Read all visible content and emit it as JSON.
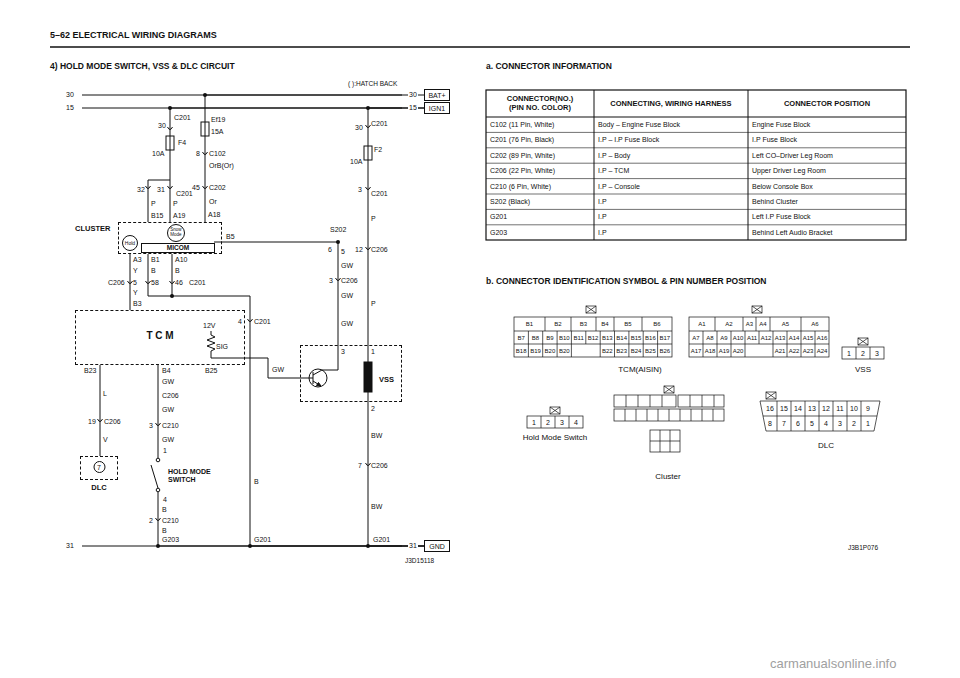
{
  "diagram": {
    "title": "4) HOLD MODE SWITCH, VSS & DLC CIRCUIT",
    "nodes": [
      {
        "text": [
          "BAT+"
        ]
      },
      {
        "text": [
          "IGN1"
        ]
      },
      {
        "text": [
          "CLUSTER"
        ]
      },
      {
        "text": [
          "Hold"
        ],
        "in": 2
      },
      {
        "text": [
          "Snow Mode"
        ],
        "in": 2
      },
      {
        "text": [
          "MICOM"
        ],
        "in": 2
      },
      {
        "text": [
          "T C M"
        ]
      },
      {
        "text": [
          "VSS"
        ]
      },
      {
        "text": [
          "7",
          "DLC"
        ]
      },
      {
        "text": [
          "HOLD MODE SWITCH"
        ]
      },
      {
        "text": [
          "GND"
        ]
      }
    ],
    "edges": [
      {
        "from": 2,
        "to": 6,
        "arrow": "none"
      },
      {
        "from": 6,
        "to": 8,
        "arrow": "none"
      },
      {
        "from": 6,
        "to": 9,
        "arrow": "none"
      },
      {
        "from": 9,
        "to": 10,
        "arrow": "none"
      },
      {
        "from": 6,
        "to": 7,
        "arrow": "none"
      },
      {
        "from": 2,
        "to": 7,
        "arrow": "none"
      },
      {
        "from": 1,
        "to": 7,
        "arrow": "none"
      },
      {
        "from": 7,
        "to": 10,
        "arrow": "none"
      },
      {
        "from": 0,
        "to": 2,
        "arrow": "none"
      },
      {
        "from": 1,
        "to": 2,
        "arrow": "none"
      },
      {
        "from": 2,
        "to": 10,
        "arrow": "none"
      }
    ],
    "labels": [
      "5–62 ELECTRICAL WIRING DIAGRAMS",
      "a. CONNECTOR INFORMATION",
      "CONNECTOR(NO.) (PIN NO. COLOR)",
      "CONNECTING, WIRING HARNESS",
      "CONNECTOR POSITION",
      "C102 (11 Pin, White)",
      "Body – Engine Fuse Block",
      "Engine Fuse Block",
      "C201 (76 Pin, Black)",
      "I.P – I.P Fuse Block",
      "I.P Fuse Block",
      "C202 (89 Pin, White)",
      "I.P – Body",
      "Left CO–Driver Leg Room",
      "C206 (22 Pin, White)",
      "I.P – TCM",
      "Upper Driver Leg Room",
      "C210 (6 Pin, White)",
      "I.P – Console",
      "Below Console Box",
      "S202 (Black)",
      "I.P",
      "Behind Cluster",
      "G201",
      "I.P",
      "Left I.P Fuse Block",
      "G203",
      "I.P",
      "Behind Left Audio Bracket",
      "b. CONNECTOR IDENTIFICATION SYMBOL & PIN NUMBER POSITION",
      "B1",
      "B2",
      "B3",
      "B4",
      "B5",
      "B6",
      "B7",
      "B8",
      "B9",
      "B10",
      "B11",
      "B12",
      "B13",
      "B14",
      "B15",
      "B16",
      "B17",
      "B18",
      "B19",
      "B20",
      "B20",
      "B22",
      "B23",
      "B24",
      "B25",
      "B26",
      "A1",
      "A2",
      "A3",
      "A4",
      "A5",
      "A6",
      "A7",
      "A8",
      "A9",
      "A10",
      "A11",
      "A12",
      "A13",
      "A14",
      "A15",
      "A16",
      "A17",
      "A18",
      "A19",
      "A20",
      "A21",
      "A22",
      "A23",
      "A24",
      "TCM(AISIN)",
      "1",
      "2",
      "3",
      "4",
      "Hold Mode Switch",
      "1",
      "2",
      "3",
      "VSS",
      "16",
      "15",
      "14",
      "13",
      "12",
      "11",
      "10",
      "9",
      "8",
      "7",
      "6",
      "5",
      "4",
      "3",
      "2",
      "1",
      "DLC",
      "Cluster",
      "J3B1P076",
      "( ):HATCH BACK",
      "30",
      "15",
      "30",
      "15",
      "31",
      "31",
      "30",
      "C201",
      "F4",
      "10A",
      "32",
      "31",
      "C201",
      "P",
      "P",
      "B15",
      "A19",
      "15A",
      "Ef19",
      "8",
      "C102",
      "OrB(Or)",
      "45",
      "C202",
      "Or",
      "A18",
      "B5",
      "A3",
      "Y",
      "5",
      "C206",
      "Y",
      "B3",
      "B1",
      "B",
      "58",
      "A10",
      "B",
      "46",
      "C201",
      "12V",
      "SIG",
      "B23",
      "B4",
      "B25",
      "L",
      "19",
      "C206",
      "V",
      "GW",
      "C206",
      "GW",
      "3",
      "C210",
      "GW",
      "1",
      "4",
      "B",
      "2",
      "C210",
      "B",
      "G203",
      "4",
      "C201",
      "B",
      "G201",
      "GW",
      "S202",
      "6",
      "5",
      "GW",
      "3",
      "C206",
      "GW",
      "GW",
      "3",
      "30",
      "C201",
      "F2",
      "10A",
      "3",
      "C201",
      "P",
      "12",
      "C206",
      "P",
      "1",
      "2",
      "BW",
      "7",
      "C206",
      "BW",
      "G201",
      "J3D15118",
      "carmanualsonline.info"
    ]
  }
}
